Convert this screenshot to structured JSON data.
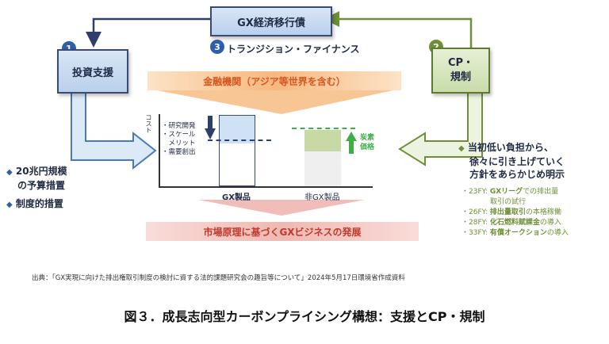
{
  "top_box": "GX経済移行債",
  "node1": {
    "num": "1",
    "label": "投資支援"
  },
  "node2": {
    "num": "2",
    "label_line1": "CP・",
    "label_line2": "規制"
  },
  "node3": {
    "num": "3",
    "label": "トランジション・ファイナンス"
  },
  "finance_banner": "金融機関（アジア等世界を含む）",
  "market_banner": "市場原理に基づくGXビジネスの発展",
  "chart": {
    "y_axis": "コスト",
    "bar1_label": "GX製品",
    "bar2_label": "非GX製品",
    "left_bullets": [
      "・研究開発",
      "・スケール",
      "　メリット",
      "・需要創出"
    ],
    "carbon_price_line1": "炭素",
    "carbon_price_line2": "価格"
  },
  "support_items": [
    "20兆円規模",
    "の予算措置",
    "制度的措置"
  ],
  "policy_text": [
    "当初低い負担から、",
    "徐々に引き上げていく",
    "方針をあらかじめ明示"
  ],
  "timeline": [
    {
      "year": "・23FY:",
      "bold": "GXリーグ",
      "rest": "での排出量"
    },
    {
      "year": "",
      "bold": "",
      "rest": "　　　　取引の試行"
    },
    {
      "year": "・26FY:",
      "bold": "排出量取引",
      "rest": "の本格稼働"
    },
    {
      "year": "・28FY:",
      "bold": "化石燃料賦課金",
      "rest": "の導入"
    },
    {
      "year": "・33FY:",
      "bold": "有償オークション",
      "rest": "の導入"
    }
  ],
  "source": "出典：「GX実現に向けた排出権取引制度の検討に資する法的課題研究会の趣旨等について」2024年5月17日環境省作成資料",
  "caption": "図３．成長志向型カーボンプライシング構想：支援とCP・規制",
  "colors": {
    "navy": "#2f3f6b",
    "blue": "#4a78b8",
    "green": "#6e8f35",
    "orange": "#f2a65a",
    "pink": "#e9a7a2"
  }
}
